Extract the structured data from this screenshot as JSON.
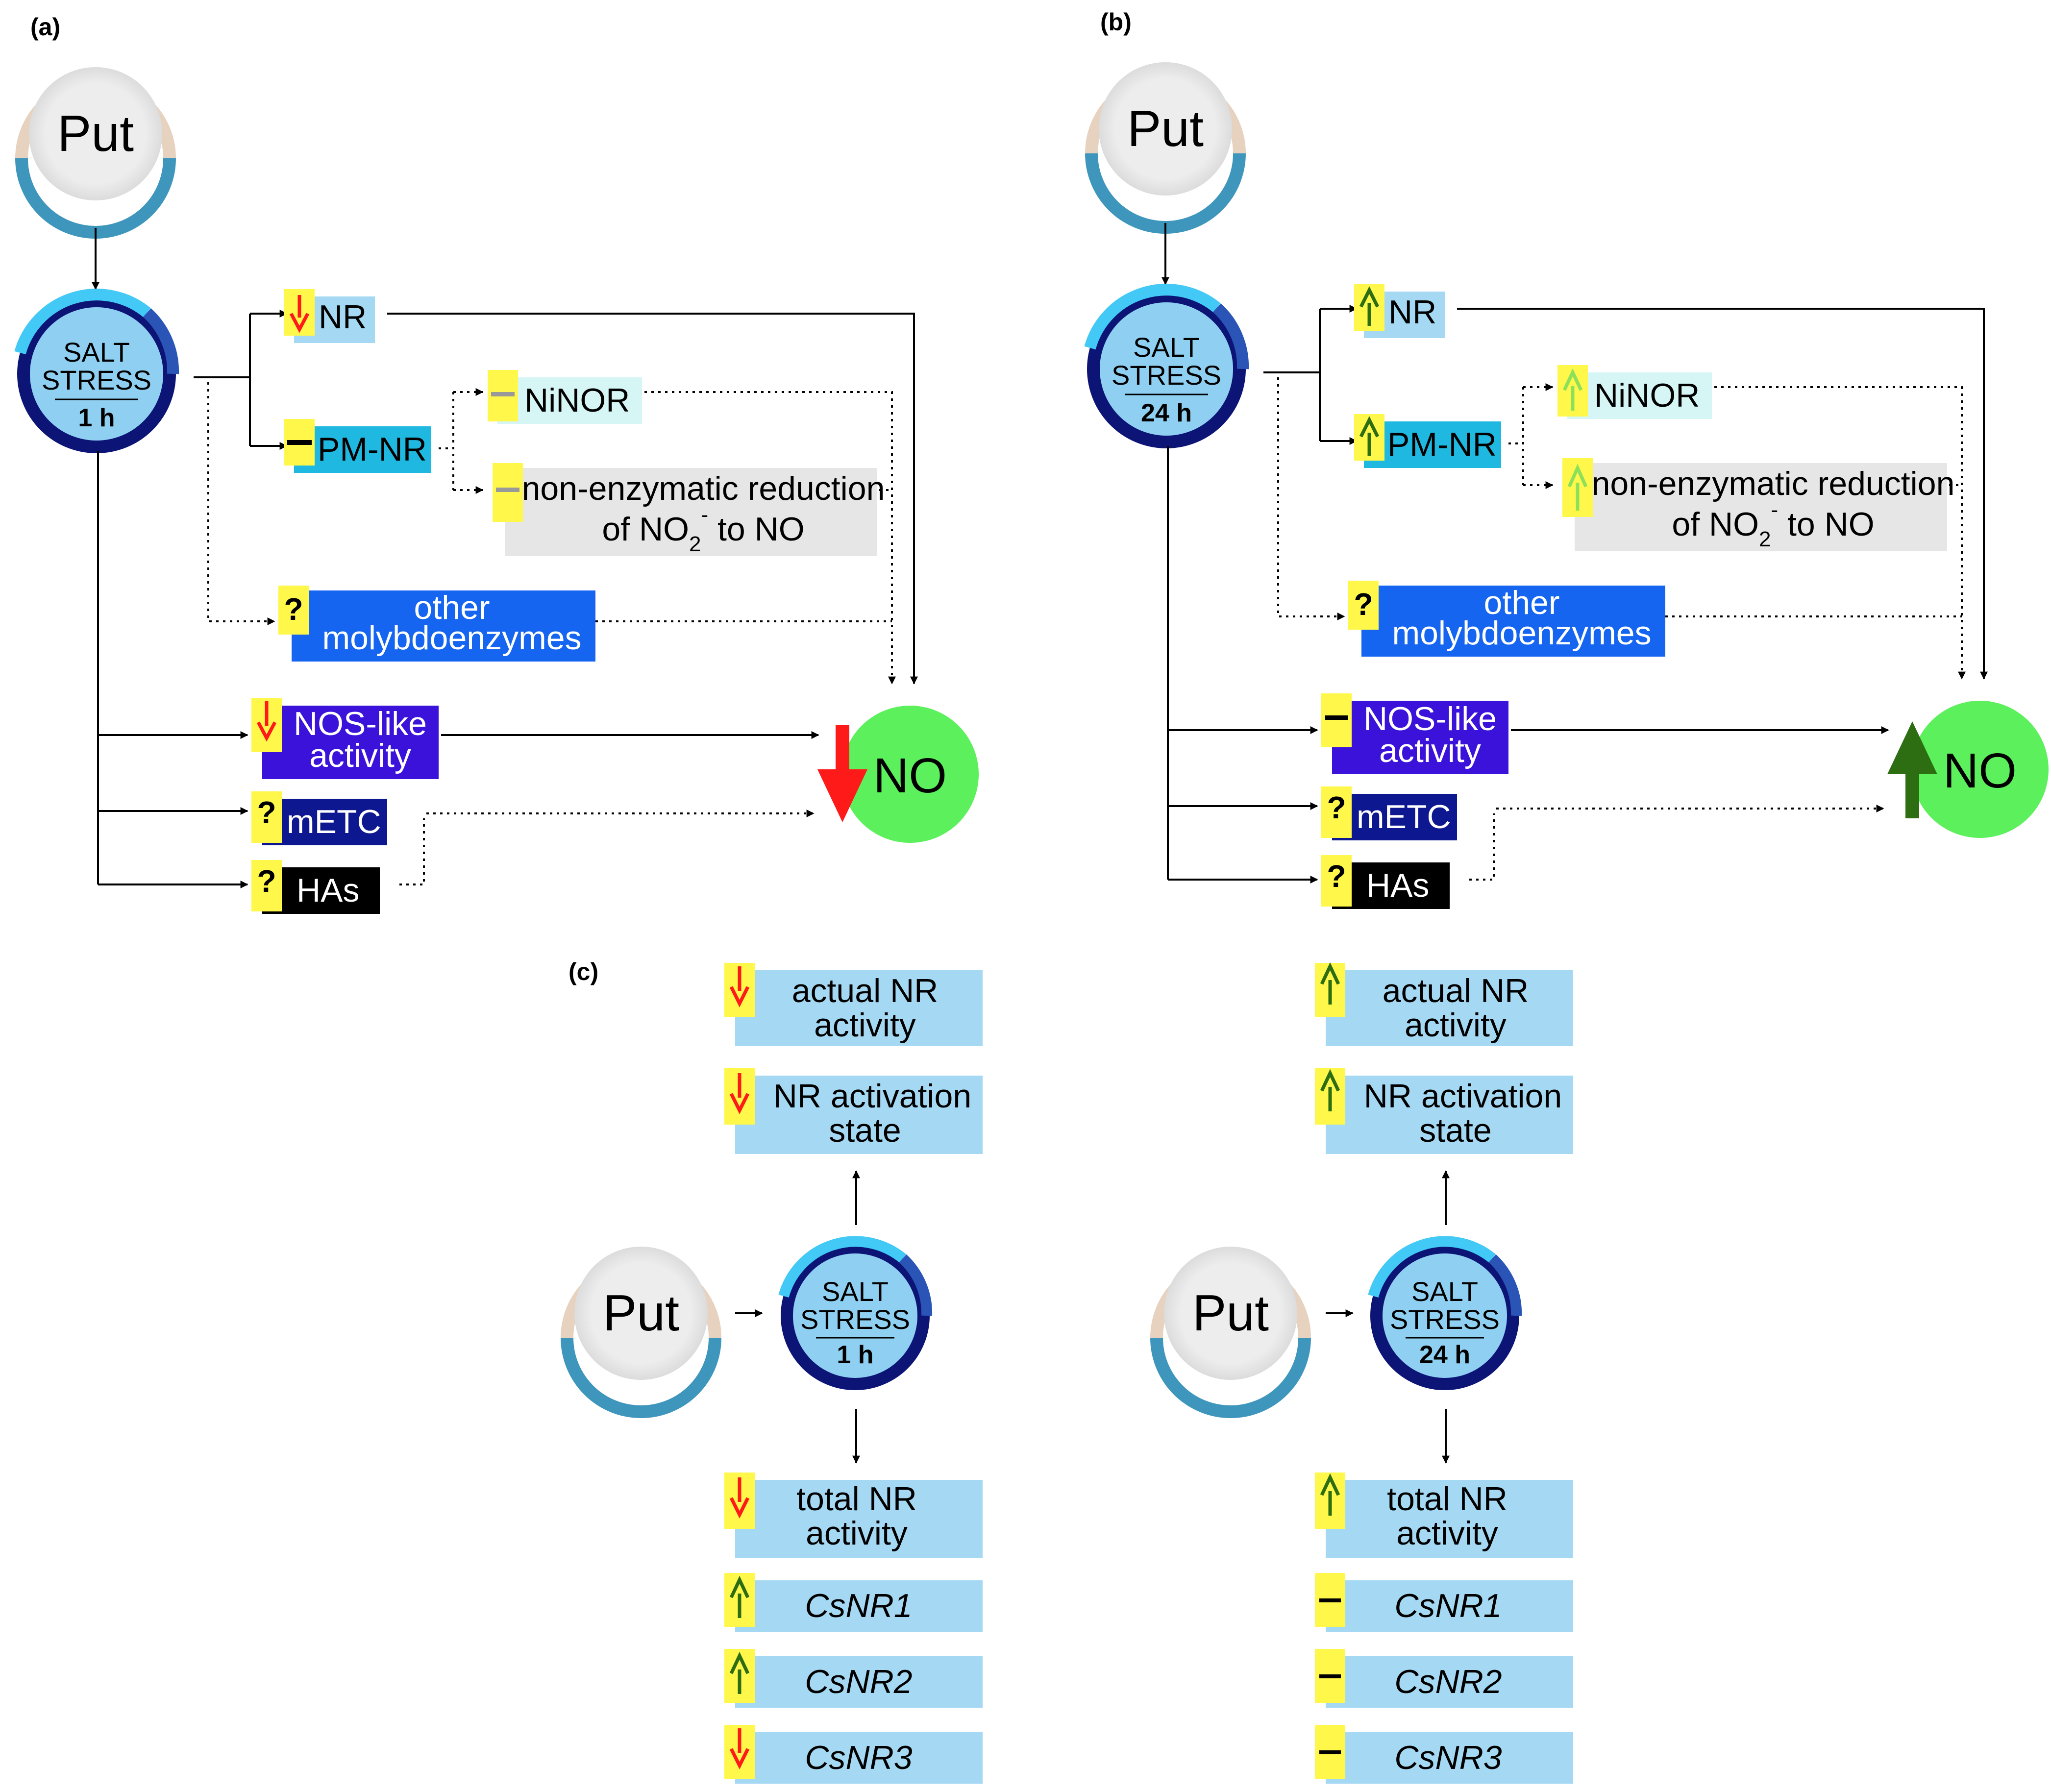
{
  "panel_a": {
    "label": "(a)",
    "put": "Put",
    "salt_l1": "SALT",
    "salt_l2": "STRESS",
    "time": "1 h",
    "nr": "NR",
    "pmnr": "PM-NR",
    "ninor": "NiNOR",
    "nonenz_l1": "non-enzymatic reduction",
    "nonenz_l2a": "of NO",
    "nonenz_sub": "2",
    "nonenz_sup": "-",
    "nonenz_l2b": " to NO",
    "other_l1": "other",
    "other_l2": "molybdoenzymes",
    "other_mark": "?",
    "nos_l1": "NOS-like",
    "nos_l2": "activity",
    "metc": "mETC",
    "metc_mark": "?",
    "has": "HAs",
    "has_mark": "?",
    "no": "NO"
  },
  "panel_b": {
    "label": "(b)",
    "put": "Put",
    "salt_l1": "SALT",
    "salt_l2": "STRESS",
    "time": "24 h",
    "nr": "NR",
    "pmnr": "PM-NR",
    "ninor": "NiNOR",
    "nonenz_l1": "non-enzymatic reduction",
    "nonenz_l2a": "of NO",
    "nonenz_sub": "2",
    "nonenz_sup": "-",
    "nonenz_l2b": " to NO",
    "other_l1": "other",
    "other_l2": "molybdoenzymes",
    "other_mark": "?",
    "nos_l1": "NOS-like",
    "nos_l2": "activity",
    "metc": "mETC",
    "metc_mark": "?",
    "has": "HAs",
    "has_mark": "?",
    "no": "NO"
  },
  "panel_c": {
    "label": "(c)",
    "left": {
      "put": "Put",
      "salt_l1": "SALT",
      "salt_l2": "STRESS",
      "time": "1 h",
      "actual_l1": "actual NR",
      "actual_l2": "activity",
      "activation_l1": "NR activation",
      "activation_l2": "state",
      "total_l1": "total NR",
      "total_l2": "activity",
      "gene1": "CsNR1",
      "gene2": "CsNR2",
      "gene3": "CsNR3"
    },
    "right": {
      "put": "Put",
      "salt_l1": "SALT",
      "salt_l2": "STRESS",
      "time": "24 h",
      "actual_l1": "actual NR",
      "actual_l2": "activity",
      "activation_l1": "NR activation",
      "activation_l2": "state",
      "total_l1": "total NR",
      "total_l2": "activity",
      "gene1": "CsNR1",
      "gene2": "CsNR2",
      "gene3": "CsNR3"
    }
  },
  "colors": {
    "light_blue_box": "#a5d8f3",
    "pale_cyan_box": "#d6f6f6",
    "cyan_box": "#1fb8e0",
    "gray_box": "#e6e6e6",
    "blue_box": "#1565f0",
    "purple_box": "#3a12d9",
    "navy_box": "#0d1890",
    "black_box": "#000000",
    "marker_yellow": "#fff74a",
    "arrow_down": "#ff1a1a",
    "arrow_up_dark": "#2d6e12",
    "arrow_up_light": "#8de05a",
    "no_circle": "#5cf05c"
  }
}
